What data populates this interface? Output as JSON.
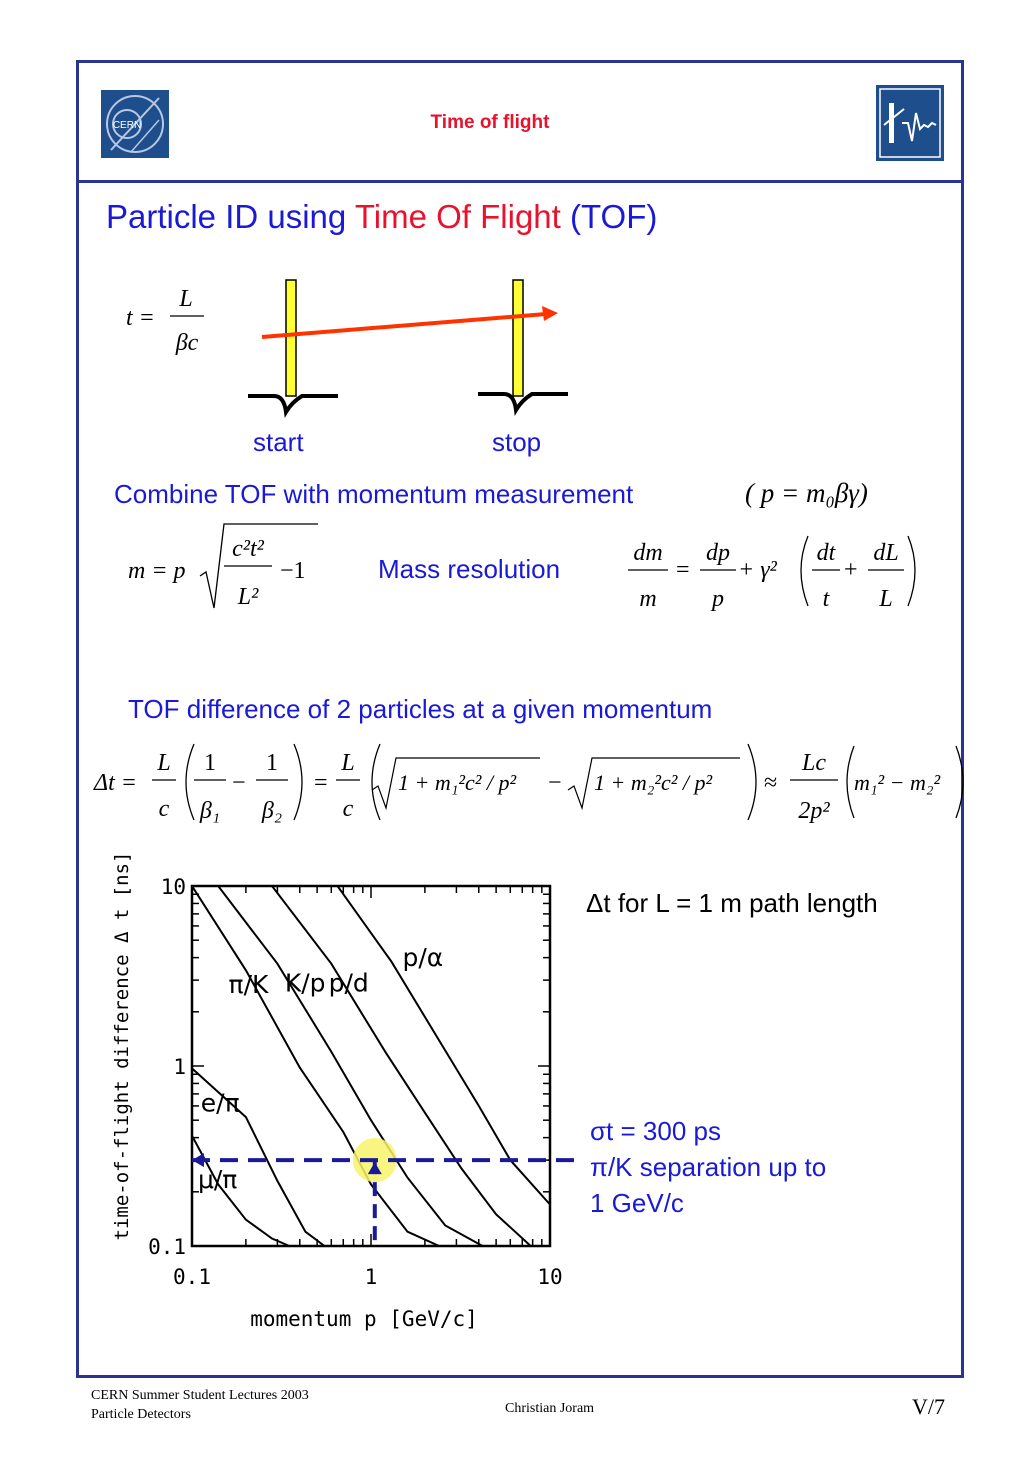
{
  "header": {
    "title": "Time of flight",
    "left_logo_text": "CERN"
  },
  "slide": {
    "title_part1": "Particle ID using ",
    "title_part2": "Time Of Flight",
    "title_part3": " (TOF)"
  },
  "detector": {
    "start_label": "start",
    "stop_label": "stop"
  },
  "equations": {
    "t_lhs": "t =",
    "t_num": "L",
    "t_den": "βc",
    "combine_text": "Combine TOF with momentum measurement",
    "combine_eq": "( p = m₀βγ)",
    "mass_lhs": "m = p",
    "mass_rad_num": "c²t²",
    "mass_rad_den": "L²",
    "mass_rad_minus": "−1",
    "mass_res_label": "Mass resolution",
    "res_dm": "dm",
    "res_m": "m",
    "res_dp": "dp",
    "res_p": "p",
    "res_gamma": "+ γ²",
    "res_dt": "dt",
    "res_t": "t",
    "res_dL": "dL",
    "res_L": "L",
    "tof_diff_label": "TOF difference of 2 particles at a given momentum",
    "dt_lhs": "Δt =",
    "dt_frac1_num": "L",
    "dt_frac1_den": "c",
    "dt_inv1_num": "1",
    "dt_inv1_den": "β₁",
    "dt_inv2_num": "1",
    "dt_inv2_den": "β₂",
    "dt_frac2_num": "L",
    "dt_frac2_den": "c",
    "dt_sqrt1": "1 + m₁²c² / p²",
    "dt_sqrt2": "1 + m₂²c² / p²",
    "dt_approx_num": "Lc",
    "dt_approx_den": "2p²",
    "dt_mass_term": "m₁² − m₂²"
  },
  "plot_notes": {
    "path_length_note": "Δt for L = 1 m path length",
    "sigma_line": "σt = 300 ps",
    "sep_line1": "π/K separation up to",
    "sep_line2": "1 GeV/c"
  },
  "chart_data": {
    "type": "line",
    "xlabel": "momentum p [GeV/c]",
    "ylabel": "time-of-flight difference Δ t [ns]",
    "x_scale": "log",
    "y_scale": "log",
    "xlim": [
      0.1,
      10
    ],
    "ylim": [
      0.1,
      10
    ],
    "x_ticks": [
      "0.1",
      "1",
      "10"
    ],
    "y_ticks": [
      "10",
      "1",
      "0.1"
    ],
    "series": [
      {
        "name": "μ/π",
        "x": [
          0.1,
          0.14,
          0.2,
          0.28,
          0.35
        ],
        "y": [
          0.41,
          0.22,
          0.14,
          0.11,
          0.1
        ]
      },
      {
        "name": "e/π",
        "x": [
          0.1,
          0.2,
          0.3,
          0.43,
          0.55
        ],
        "y": [
          0.97,
          0.52,
          0.23,
          0.12,
          0.1
        ]
      },
      {
        "name": "π/K",
        "x": [
          0.1,
          0.2,
          0.4,
          0.7,
          1.0,
          1.6,
          2.4
        ],
        "y": [
          10,
          3.4,
          0.98,
          0.43,
          0.22,
          0.12,
          0.1
        ]
      },
      {
        "name": "K/p",
        "x": [
          0.14,
          0.3,
          0.6,
          1.0,
          1.6,
          2.6,
          4.2
        ],
        "y": [
          10,
          3.7,
          1.2,
          0.5,
          0.24,
          0.13,
          0.1
        ]
      },
      {
        "name": "p/d",
        "x": [
          0.28,
          0.6,
          1.2,
          2.0,
          3.2,
          5.0,
          7.8
        ],
        "y": [
          10,
          3.7,
          1.2,
          0.55,
          0.27,
          0.15,
          0.1
        ]
      },
      {
        "name": "p/α",
        "x": [
          0.65,
          1.3,
          2.5,
          4.0,
          6.0,
          10.0
        ],
        "y": [
          10,
          3.8,
          1.3,
          0.6,
          0.3,
          0.17
        ]
      }
    ],
    "annotations": [
      {
        "type": "hline",
        "y": 0.3,
        "style": "dashed"
      },
      {
        "type": "vline",
        "x": 1.05,
        "style": "dashed"
      },
      {
        "type": "highlight",
        "x": 1.05,
        "y": 0.3
      }
    ]
  },
  "footer": {
    "line1": "CERN Summer Student Lectures 2003",
    "line2": "Particle Detectors",
    "author": "Christian Joram",
    "page": "V/7"
  },
  "colors": {
    "frame": "#2a3590",
    "title_blue": "#1a1ad6",
    "title_red": "#e8122d",
    "detector_fill": "#ffff33",
    "track": "#ff3300",
    "highlight": "#f7f36a",
    "dashed": "#1a1a99"
  }
}
